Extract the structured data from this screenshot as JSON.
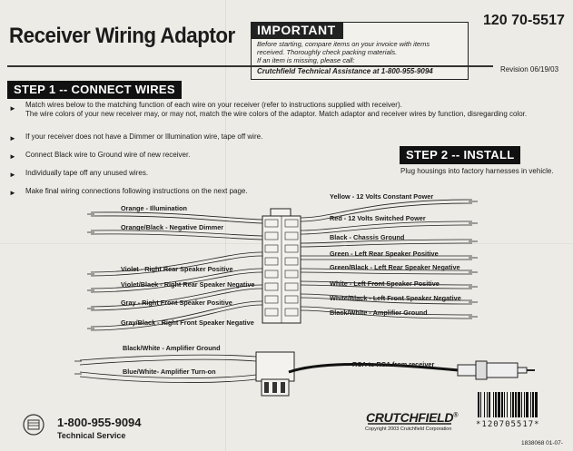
{
  "header": {
    "title": "Receiver Wiring Adaptor",
    "part_number": "120 70-5517",
    "revision": "Revision 06/19/03"
  },
  "important": {
    "heading": "IMPORTANT",
    "lines": [
      "Before starting, compare items on your invoice with items",
      "received.  Thoroughly check packing materials.",
      "If an item is missing, please call:"
    ],
    "assistance": "Crutchfield Technical Assistance at 1-800-955-9094"
  },
  "step1": {
    "heading": "STEP 1 -- CONNECT WIRES",
    "instructions": [
      [
        "Match wires below to the matching function of each wire on your receiver (refer to instructions supplied with receiver).",
        "The wire colors of your new receiver may, or may not, match the wire colors of the adaptor.  Match adaptor and receiver wires by function, disregarding color."
      ],
      [
        "If your receiver does not have a Dimmer or Illumination wire, tape off wire."
      ],
      [
        "Connect Black wire to Ground wire of new receiver."
      ],
      [
        "Individually tape off any unused wires."
      ],
      [
        "Make final wiring connections following instructions on the next page."
      ]
    ]
  },
  "step2": {
    "heading": "STEP 2 -- INSTALL",
    "text": "Plug housings into factory harnesses in vehicle."
  },
  "wires": {
    "left": [
      "Orange - Illumination",
      "Orange/Black - Negative Dimmer",
      "Violet - Right Rear Speaker Positive",
      "Violet/Black - Right Rear Speaker Negative",
      "Gray - Right Front Speaker Positive",
      "Gray/Black - Right Front Speaker Negative"
    ],
    "right": [
      "Yellow - 12 Volts Constant Power",
      "Red - 12 Volts Switched Power",
      "Black - Chassis Ground",
      "Green - Left Rear Speaker Positive",
      "Green/Black - Left Rear Speaker Negative",
      "White - Left Front Speaker Positive",
      "White/Black - Left Front Speaker Negative",
      "Black/White - Amplifier Ground"
    ],
    "lower": [
      "Black/White - Amplifier Ground",
      "Blue/White- Amplifier Turn-on"
    ],
    "rca": "RCA to RCA from receiver"
  },
  "footer": {
    "phone": "1-800-955-9094",
    "service": "Technical Service",
    "logo": "CRUTCHFIELD",
    "logo_mark": "®",
    "copyright": "Copyright 2003  Crutchfield Corporation",
    "barcode": "*120705517*",
    "doc_code": "1838068  01-07-"
  },
  "icons": [
    "bullet-arrow-icon",
    "recycle-icon",
    "rca-plug-icon",
    "barcode-icon"
  ]
}
